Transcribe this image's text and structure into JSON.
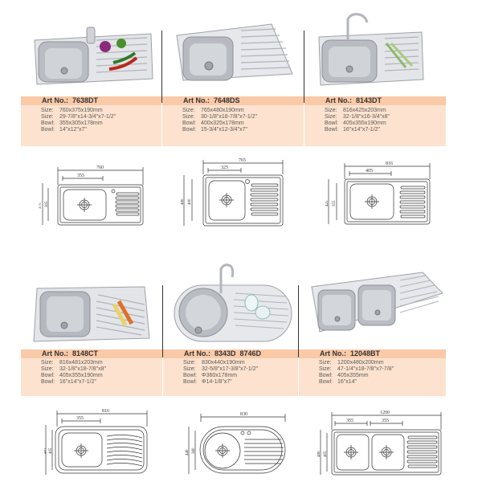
{
  "products": [
    {
      "art_label": "Art No.:",
      "art_no": "7638DT",
      "specs": [
        {
          "key": "Size:",
          "value": "760x375x190mm"
        },
        {
          "key": "Size:",
          "value": "29-7/8\"x14-3/4\"x7-1/2\""
        },
        {
          "key": "Bowl:",
          "value": "355x305x178mm"
        },
        {
          "key": "Bowl:",
          "value": "14\"x12\"x7\""
        }
      ],
      "drawing": {
        "width": "760",
        "bowl_width": "355",
        "height": "375",
        "bowl_height": "305"
      }
    },
    {
      "art_label": "Art No.:",
      "art_no": "7648DS",
      "specs": [
        {
          "key": "Size:",
          "value": "765x480x190mm"
        },
        {
          "key": "Size:",
          "value": "30-1/8\"x18-7/8\"x7-1/2\""
        },
        {
          "key": "Bowl:",
          "value": "400x325x178mm"
        },
        {
          "key": "Bowl:",
          "value": "15-3/4\"x12-3/4\"x7\""
        }
      ],
      "drawing": {
        "width": "765",
        "bowl_width": "325",
        "height": "480",
        "bowl_height": "400"
      }
    },
    {
      "art_label": "Art No.:",
      "art_no": "8143DT",
      "specs": [
        {
          "key": "Size:",
          "value": "816x425x203mm"
        },
        {
          "key": "Size:",
          "value": "32-1/8\"x16-3/4\"x8\""
        },
        {
          "key": "Bowl:",
          "value": "405x355x190mm"
        },
        {
          "key": "Bowl:",
          "value": "16\"x14\"x7-1/2\""
        }
      ],
      "drawing": {
        "width": "816",
        "bowl_width": "405",
        "height": "425",
        "bowl_height": "355"
      }
    },
    {
      "art_label": "Art No.:",
      "art_no": "8148CT",
      "specs": [
        {
          "key": "Size:",
          "value": "816x481x203mm"
        },
        {
          "key": "Size:",
          "value": "32-1/8\"x18-7/8\"x8\""
        },
        {
          "key": "Bowl:",
          "value": "405x355x190mm"
        },
        {
          "key": "Bowl:",
          "value": "16\"x14\"x7-1/2\""
        }
      ],
      "drawing": {
        "width": "816",
        "bowl_width": "355",
        "height": "481",
        "bowl_height": "405"
      }
    },
    {
      "art_label": "Art No.:",
      "art_no": "8343D  8746D",
      "specs": [
        {
          "key": "Size:",
          "value": "830x440x190mm"
        },
        {
          "key": "Size:",
          "value": "32-5/8\"x17-3/8\"x7-1/2\""
        },
        {
          "key": "Bowl:",
          "value": "Φ360x178mm"
        },
        {
          "key": "Bowl:",
          "value": "Φ14-1/8\"x7\""
        }
      ],
      "drawing": {
        "width": "830",
        "height": "440",
        "bowl_height": "360"
      }
    },
    {
      "art_label": "Art No.:",
      "art_no": "12048BT",
      "specs": [
        {
          "key": "Size:",
          "value": "1200x480x200mm"
        },
        {
          "key": "Size:",
          "value": "47-1/4\"x18-7/8\"x7-7/8\""
        },
        {
          "key": "Bowl:",
          "value": "405x355mm"
        },
        {
          "key": "Bowl:",
          "value": "16\"x14\""
        }
      ],
      "drawing": {
        "width": "1200",
        "bowl_width": "355",
        "bowl2_width": "355",
        "height": "480",
        "bowl_height": "405"
      }
    }
  ],
  "colors": {
    "banner_header": "#f9c9a8",
    "banner_body": "#fde3cf",
    "steel": "#c9ccd0",
    "line": "#333333"
  }
}
